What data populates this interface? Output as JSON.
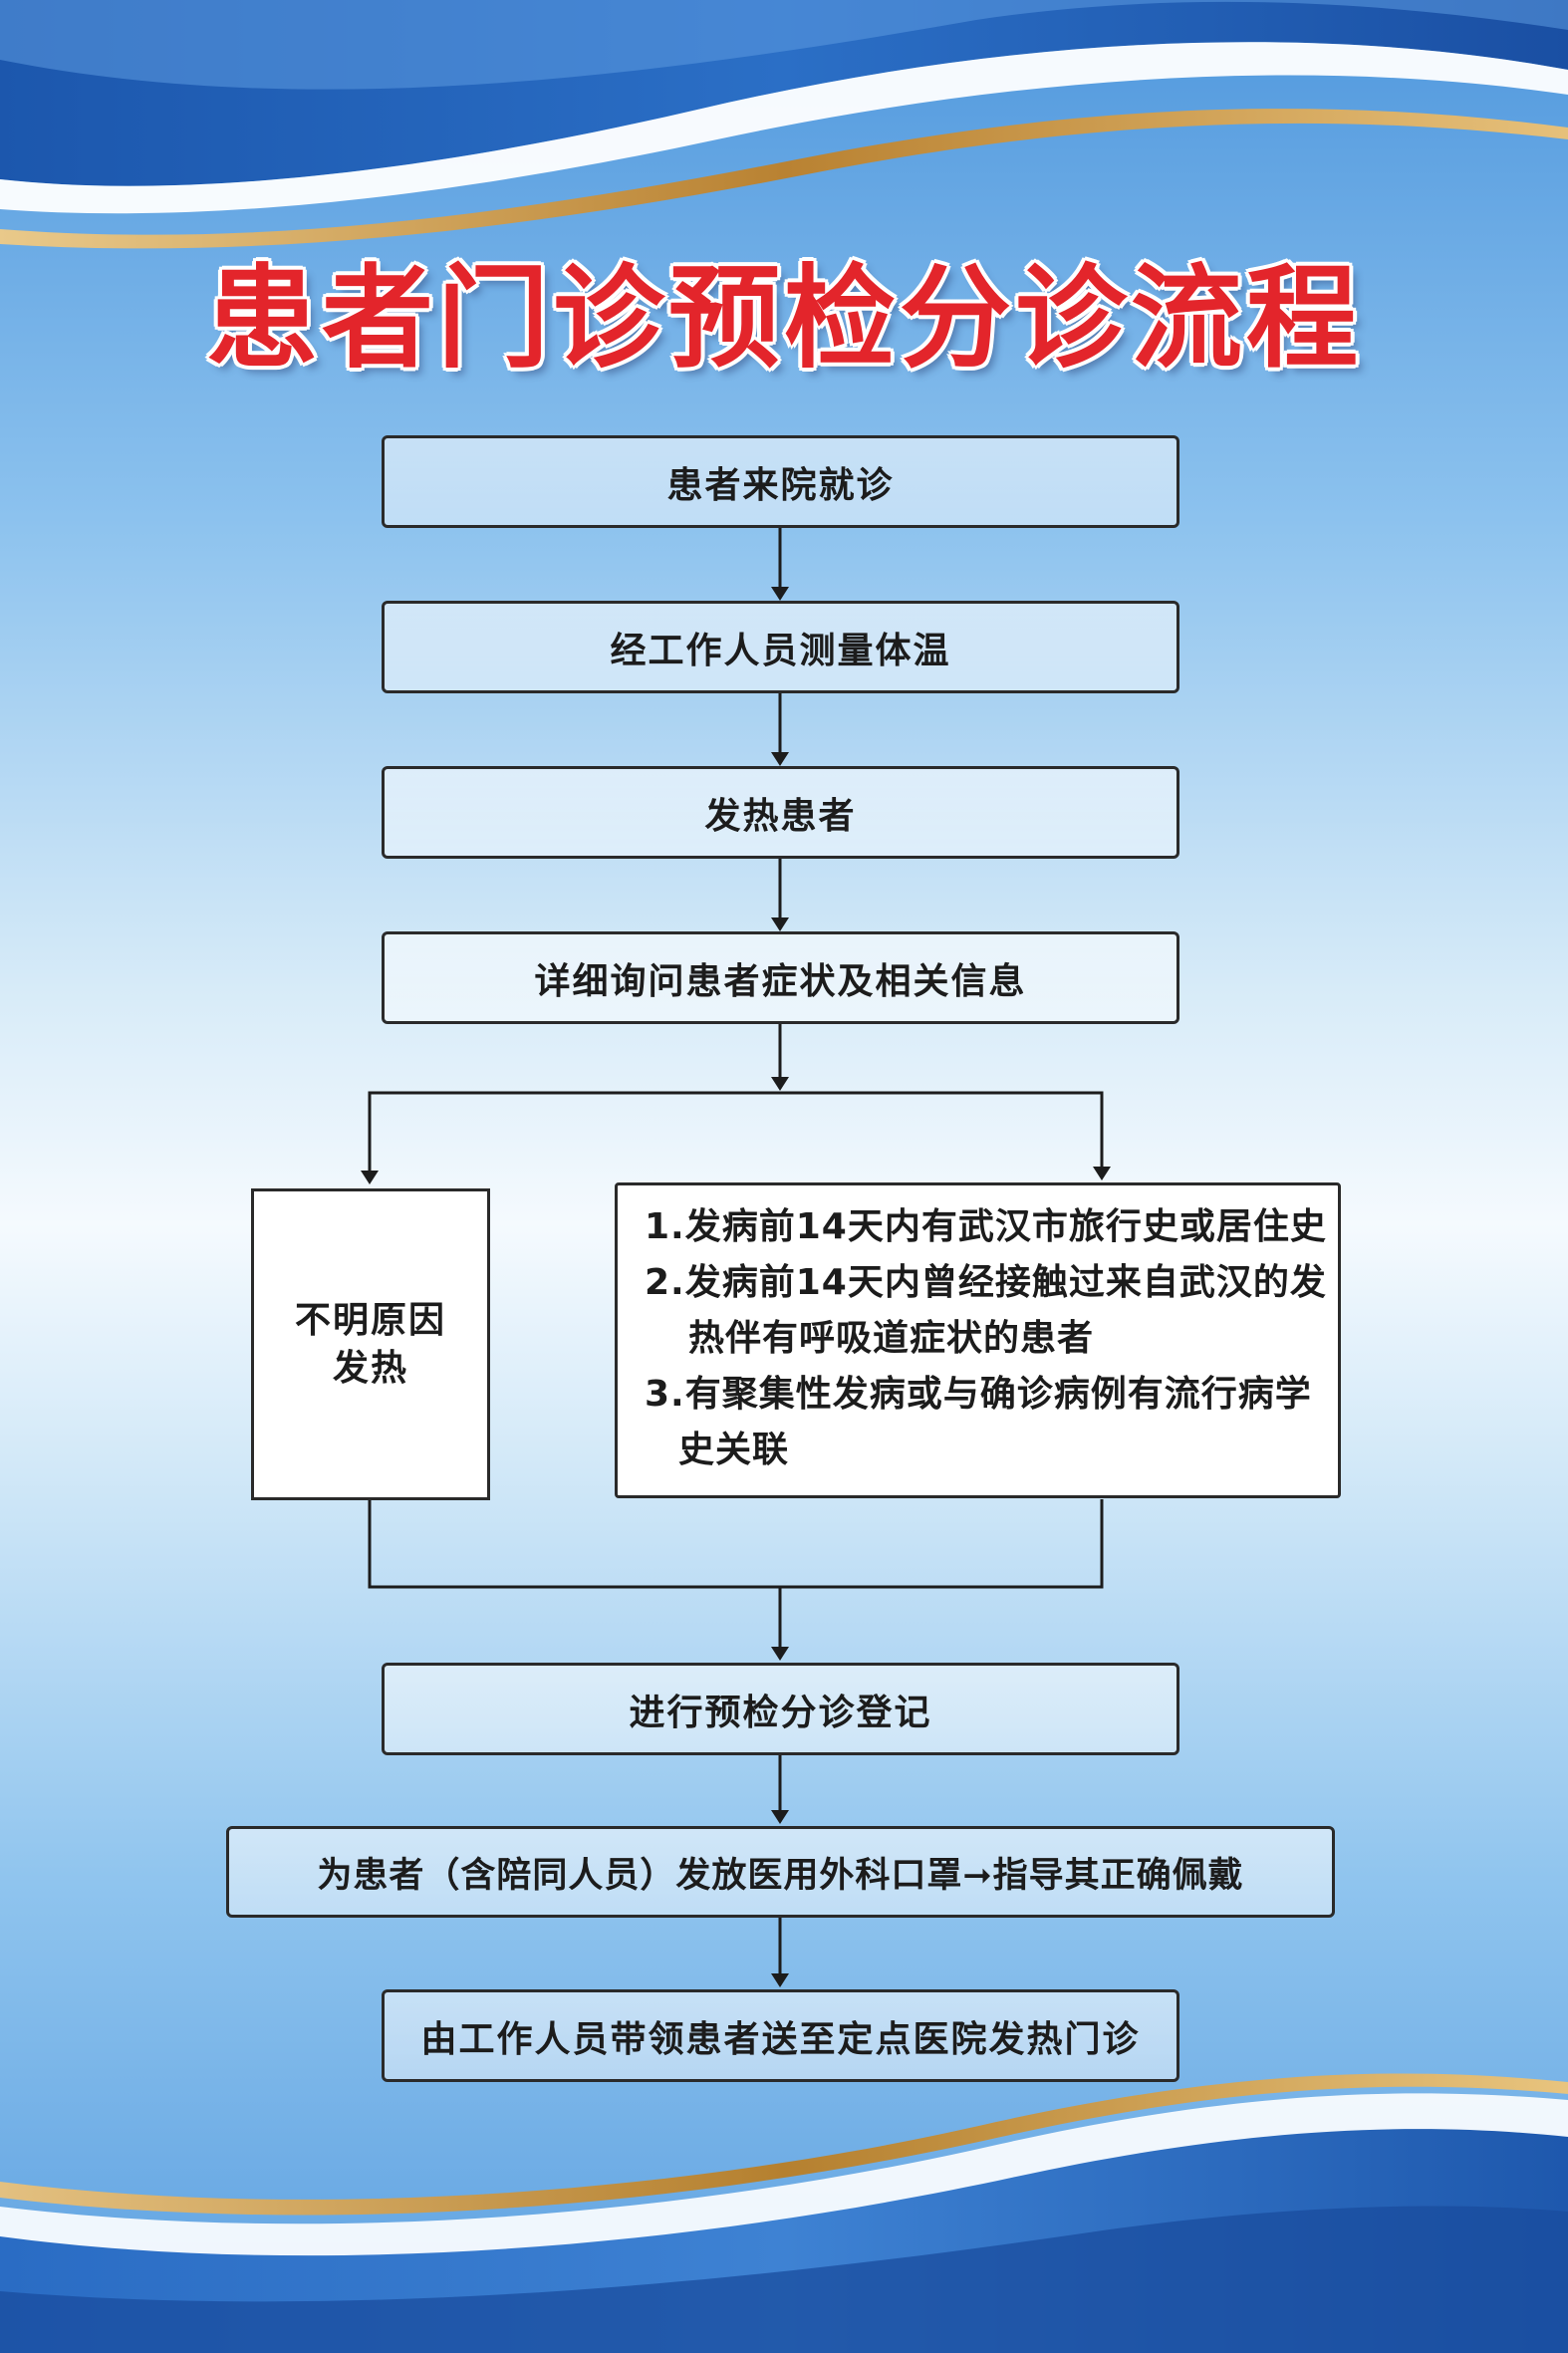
{
  "title": "患者门诊预检分诊流程",
  "steps": {
    "s1": "患者来院就诊",
    "s2": "经工作人员测量体温",
    "s3": "发热患者",
    "s4": "详细询问患者症状及相关信息",
    "left_line1": "不明原因",
    "left_line2": "发热",
    "s5": "进行预检分诊登记",
    "s6": "为患者（含陪同人员）发放医用外科口罩➞指导其正确佩戴",
    "s7": "由工作人员带领患者送至定点医院发热门诊"
  },
  "criteria": {
    "c1": "1.发病前14天内有武汉市旅行史或居住史",
    "c2a": "2.发病前14天内曾经接触过来自武汉的发",
    "c2b": "热伴有呼吸道症状的患者",
    "c3a": "3.有聚集性发病或与确诊病例有流行病学",
    "c3b": "史关联"
  },
  "colors": {
    "title_red": "#e3252b",
    "wave_blue": "#1f5fb5",
    "gold": "#c8963a"
  }
}
